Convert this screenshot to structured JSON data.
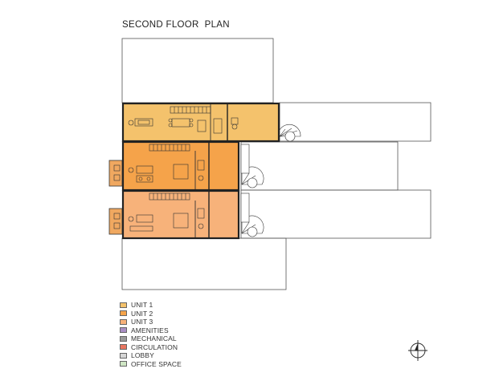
{
  "title": "SECOND FLOOR  PLAN",
  "legend": [
    {
      "label": "UNIT 1",
      "color": "#f4c26c"
    },
    {
      "label": "UNIT 2",
      "color": "#f5a34a"
    },
    {
      "label": "UNIT 3",
      "color": "#f7b27a"
    },
    {
      "label": "AMENITIES",
      "color": "#a98ec4"
    },
    {
      "label": "MECHANICAL",
      "color": "#9a9a9a"
    },
    {
      "label": "CIRCULATION",
      "color": "#e87560"
    },
    {
      "label": "LOBBY",
      "color": "#d6d6d6"
    },
    {
      "label": "OFFICE SPACE",
      "color": "#cfe6c4"
    }
  ],
  "colors": {
    "unit1": "#f4c26c",
    "unit2": "#f5a34a",
    "unit3": "#f7b27a",
    "balcony": "#f0a860",
    "walls": "#222222",
    "outline": "#555555"
  },
  "icons": [
    "north-arrow-icon"
  ]
}
